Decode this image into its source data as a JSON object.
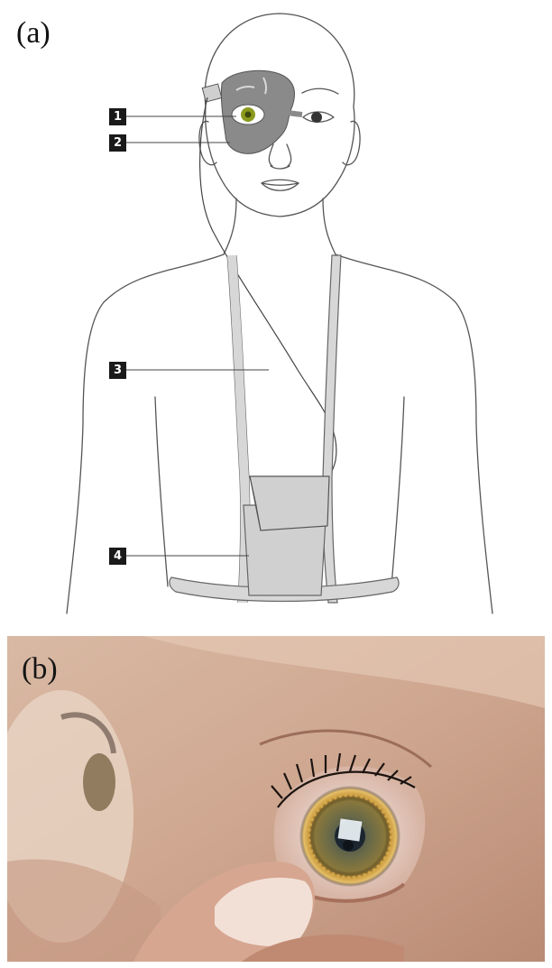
{
  "panel_a": {
    "label": "(a)",
    "callouts": [
      {
        "number": "1"
      },
      {
        "number": "2"
      },
      {
        "number": "3"
      },
      {
        "number": "4"
      }
    ]
  },
  "panel_b": {
    "label": "(b)"
  }
}
